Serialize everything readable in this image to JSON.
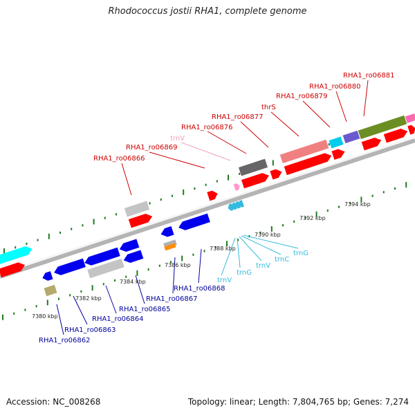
{
  "title": "Rhodococcus jostii RHA1, complete genome",
  "footer": {
    "accession": "Accession: NC_008268",
    "summary": "Topology: linear; Length: 7,804,765 bp; Genes: 7,274"
  },
  "colors": {
    "forward_label": "#cc0000",
    "reverse_label": "#00009c",
    "rna_label": "#33bbdd",
    "trnV_forward_label": "#f2a0c0",
    "backbone": "#9a9a9a",
    "tick_green": "#1e7a1e"
  },
  "ruler_labels": [
    "7380 kbp",
    "7382 kbp",
    "7384 kbp",
    "7386 kbp",
    "7388 kbp",
    "7390 kbp",
    "7392 kbp",
    "7394 kbp"
  ],
  "forward_labels": [
    "RHA1_ro06866",
    "RHA1_ro06869",
    "trnV",
    "RHA1_ro06876",
    "RHA1_ro06877",
    "thrS",
    "RHA1_ro06879",
    "RHA1_ro06880",
    "RHA1_ro06881"
  ],
  "reverse_labels": [
    "RHA1_ro06862",
    "RHA1_ro06863",
    "RHA1_ro06864",
    "RHA1_ro06865",
    "RHA1_ro06867",
    "RHA1_ro06868"
  ],
  "rna_labels": [
    "trnV",
    "trnG",
    "trnV",
    "trnC",
    "trnG"
  ]
}
